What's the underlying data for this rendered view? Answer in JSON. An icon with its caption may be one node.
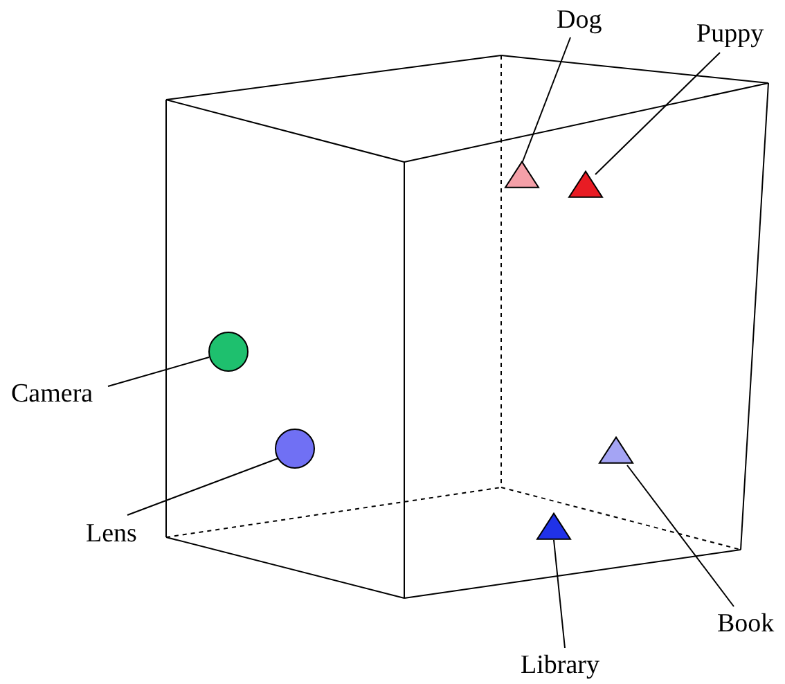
{
  "diagram": {
    "nodes": [
      {
        "text": [
          "Dog"
        ]
      },
      {
        "text": [],
        "shape": "triangle"
      },
      {
        "text": [
          "Puppy"
        ]
      },
      {
        "text": [],
        "shape": "triangle"
      },
      {
        "text": [
          "Camera"
        ]
      },
      {
        "text": [],
        "shape": "circle"
      },
      {
        "text": [
          "Lens"
        ]
      },
      {
        "text": [],
        "shape": "circle"
      },
      {
        "text": [
          "Book"
        ]
      },
      {
        "text": [],
        "shape": "triangle"
      },
      {
        "text": [
          "Library"
        ]
      },
      {
        "text": [],
        "shape": "triangle"
      }
    ],
    "edges": [
      {
        "from": 0,
        "to": 1,
        "arrow": "none"
      },
      {
        "from": 2,
        "to": 3,
        "arrow": "none"
      },
      {
        "from": 4,
        "to": 5,
        "arrow": "none"
      },
      {
        "from": 6,
        "to": 7,
        "arrow": "none"
      },
      {
        "from": 8,
        "to": 9,
        "arrow": "none"
      },
      {
        "from": 10,
        "to": 11,
        "arrow": "none"
      }
    ]
  }
}
